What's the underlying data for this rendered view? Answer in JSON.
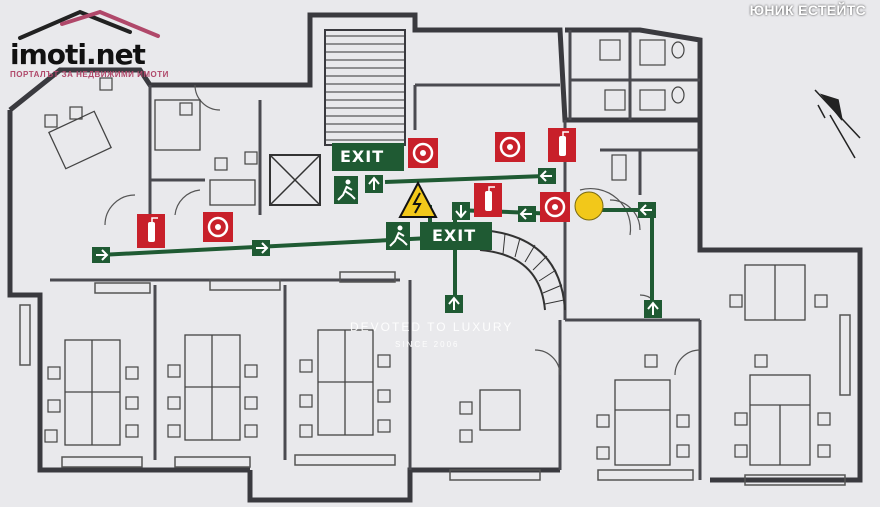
{
  "branding": {
    "logo_text": "imoti.net",
    "logo_tagline": "ПОРТАЛЪТ ЗА НЕДВИЖИМИ ИМОТИ",
    "agency": "ЮНИК ЕСТЕЙТС",
    "watermark_line1": "DEVOTED TO LUXURY",
    "watermark_line2": "SINCE 2006"
  },
  "signs": {
    "exit_upper": "EXIT",
    "exit_lower": "EXIT"
  },
  "colors": {
    "wall": "#3a3a3f",
    "evac_route": "#1f5a33",
    "safety_red": "#c8202a",
    "assembly_yellow": "#f2c81a",
    "logo_accent": "#b0486a"
  },
  "icons": [
    "fire-extinguisher-icon",
    "fire-hose-icon",
    "exit-running-man-icon",
    "arrow-icon",
    "warning-electric-icon",
    "compass-north-icon"
  ]
}
